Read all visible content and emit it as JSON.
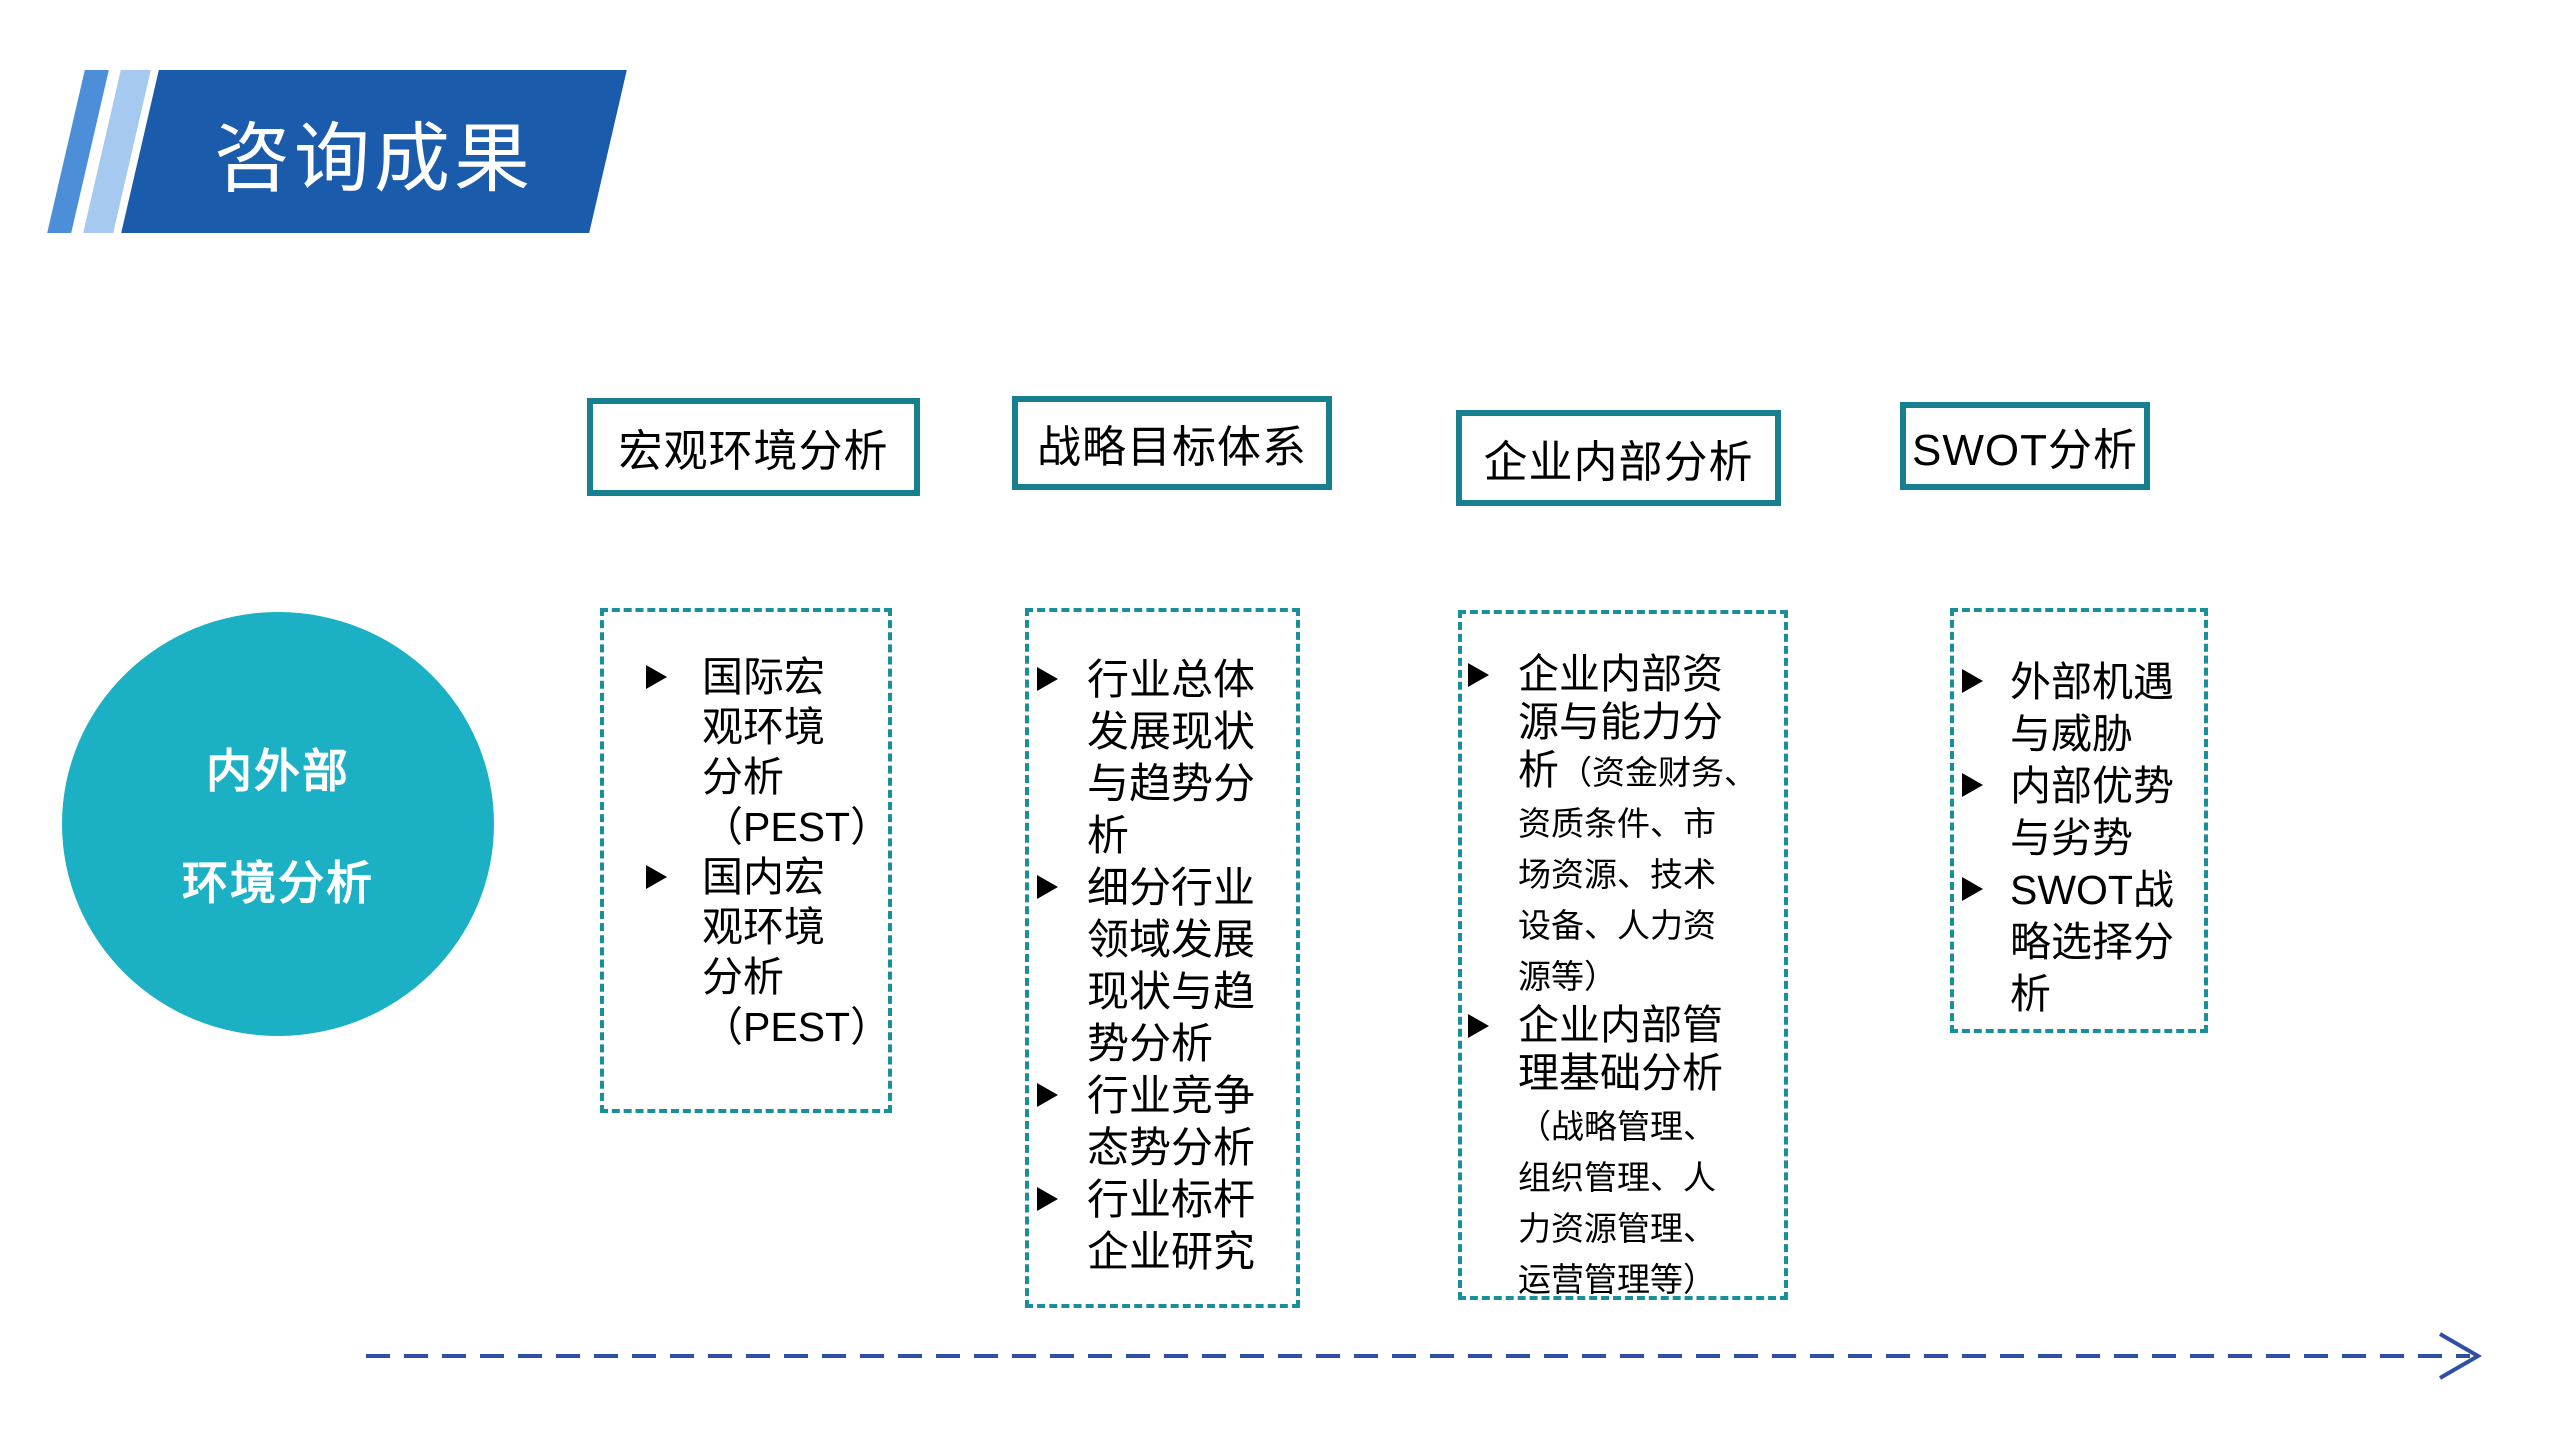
{
  "slide": {
    "title": "咨询成果",
    "circle": {
      "line1": "内外部",
      "line2": "环境分析"
    },
    "columns": [
      {
        "header": "宏观环境分析",
        "items": [
          {
            "main": "国际宏\n观环境\n分析\n（PEST）"
          },
          {
            "main": "国内宏\n观环境\n分析\n（PEST）"
          }
        ]
      },
      {
        "header": "战略目标体系",
        "items": [
          {
            "main": "行业总体\n发展现状\n与趋势分\n析"
          },
          {
            "main": "细分行业\n领域发展\n现状与趋\n势分析"
          },
          {
            "main": "行业竞争\n态势分析"
          },
          {
            "main": "行业标杆\n企业研究"
          }
        ]
      },
      {
        "header": "企业内部分析",
        "items": [
          {
            "main": "企业内部资\n源与能力分\n析",
            "detail": "（资金财务、\n资质条件、市\n场资源、技术\n设备、人力资\n源等）"
          },
          {
            "main": "企业内部管\n理基础分析",
            "detail": "\n（战略管理、\n组织管理、人\n力资源管理、\n运营管理等）"
          }
        ]
      },
      {
        "header": "SWOT分析",
        "items": [
          {
            "main": "外部机遇\n与威胁"
          },
          {
            "main": "内部优势\n与劣势"
          },
          {
            "main": "SWOT战\n略选择分\n析"
          }
        ]
      }
    ],
    "colors": {
      "banner-blue": "#1B5BAB",
      "stripe-medium": "#4D8ED8",
      "stripe-light": "#A6C9EF",
      "circle-teal": "#1BB0C4",
      "box-border-teal": "#17808F",
      "dash-border-teal": "#1A8F9C",
      "arrow-blue": "#2E4FA3",
      "text-black": "#000000"
    }
  }
}
